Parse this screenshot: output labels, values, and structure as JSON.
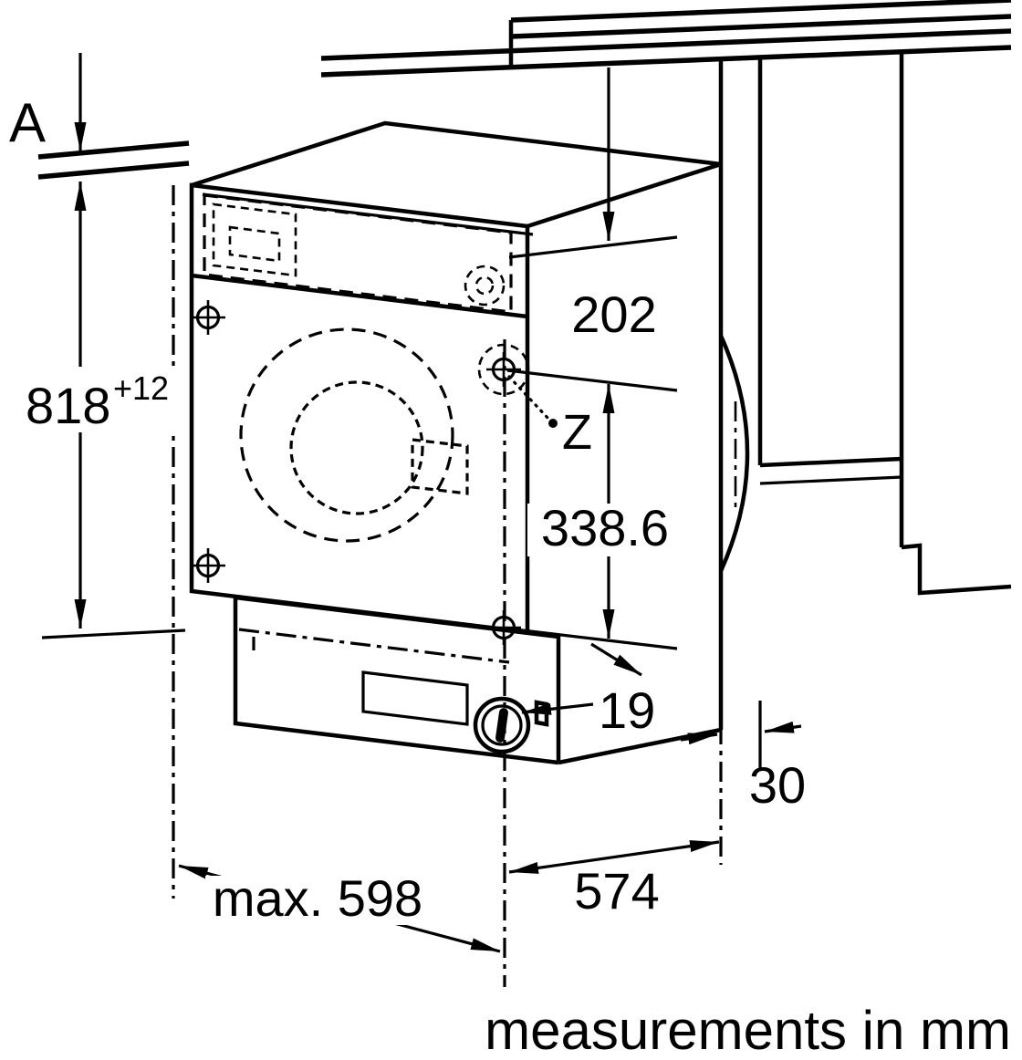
{
  "canvas": {
    "background": "#ffffff",
    "line_color": "#000000"
  },
  "labels": {
    "worktop_gap": "A",
    "niche_height": "818",
    "niche_height_tolerance": "+12",
    "top_to_hinge": "202",
    "hinge_point": "Z",
    "hinge_spacing": "338.6",
    "front_offset": "19",
    "door_protrusion": "30",
    "depth": "574",
    "max_width": "max. 598",
    "units_note": "measurements in mm"
  }
}
